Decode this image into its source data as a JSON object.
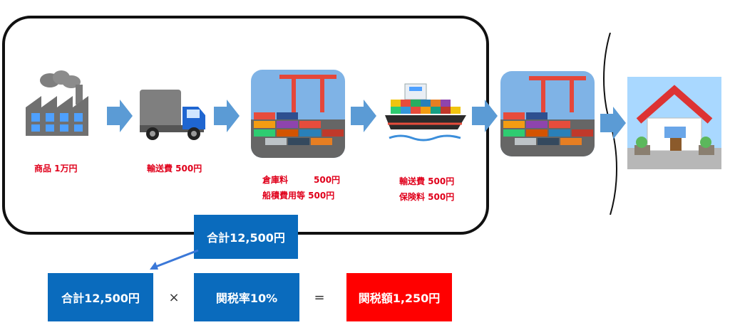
{
  "steps": [
    {
      "icon": "factory-icon",
      "label": "商品 1万円"
    },
    {
      "icon": "truck-icon",
      "label": "輸送費 500円"
    },
    {
      "icon": "port-icon",
      "label_lines": [
        "倉庫料　　　500円",
        "船積費用等 500円"
      ]
    },
    {
      "icon": "ship-icon",
      "label_lines": [
        "輸送費 500円",
        "保険料 500円"
      ]
    },
    {
      "icon": "port-icon"
    },
    {
      "icon": "house-icon"
    }
  ],
  "total_box": "合計12,500円",
  "formula": {
    "left": "合計12,500円",
    "times": "×",
    "rate": "関税率10%",
    "equals": "=",
    "result": "関税額1,250円"
  },
  "colors": {
    "accent": "#0a6bbd",
    "arrow": "#5b9bd5",
    "result": "#ff0000",
    "label_text": "#e0001b"
  }
}
